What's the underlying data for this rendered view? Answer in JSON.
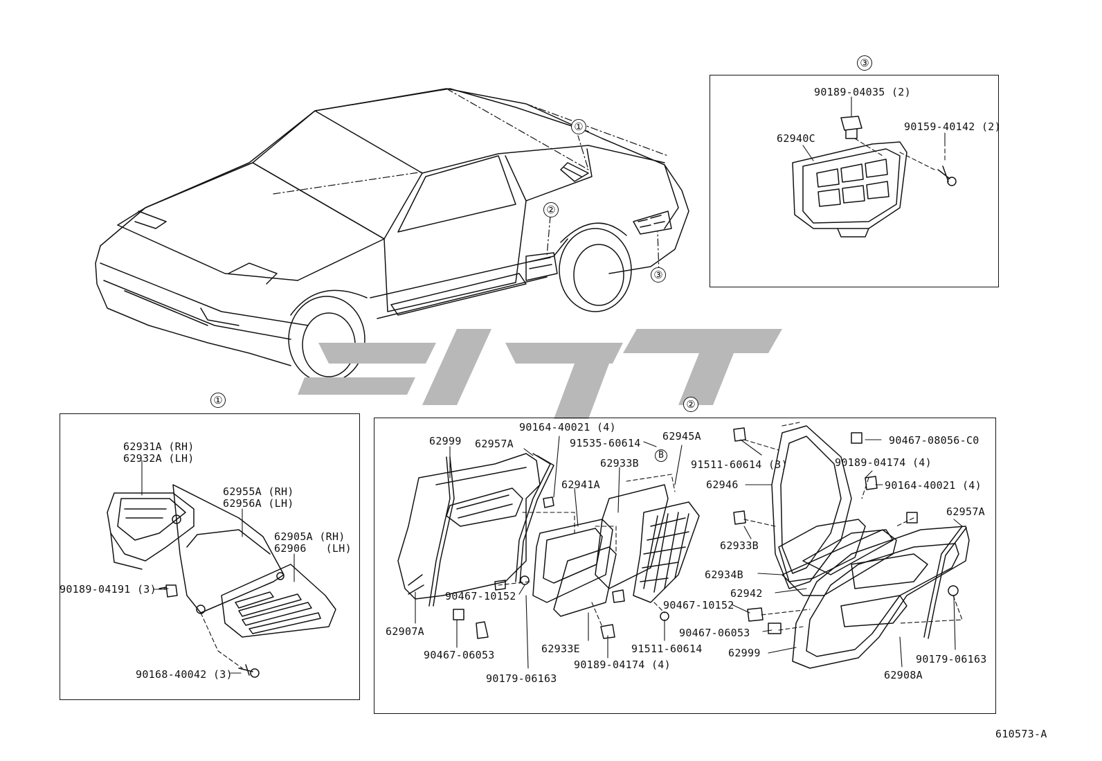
{
  "overview": {
    "callouts": [
      "①",
      "②",
      "③"
    ]
  },
  "panel1": {
    "title": "①",
    "labels": {
      "p62931A": "62931A (RH)",
      "p62932A": "62932A (LH)",
      "p62955A": "62955A (RH)",
      "p62956A": "62956A (LH)",
      "p62905A": "62905A (RH)",
      "p62906": "62906   (LH)",
      "p90189_04191": "90189-04191 (3)",
      "p90168_40042": "90168-40042 (3)"
    }
  },
  "panel2": {
    "title": "②",
    "marker_b": "B",
    "labels": {
      "p62999_left": "62999",
      "p62957A_left": "62957A",
      "p90164_40021_top": "90164-40021 (4)",
      "p91535_60614": "91535-60614",
      "p62945A": "62945A",
      "p62933B_top": "62933B",
      "p62941A": "62941A",
      "p90467_10152_left": "90467-10152",
      "p62907A": "62907A",
      "p90467_06053_left": "90467-06053",
      "p62933E": "62933E",
      "p90179_06163_left": "90179-06163",
      "p90189_04174_bottom": "90189-04174 (4)",
      "p91511_60614_bottom": "91511-60614",
      "p90467_10152_right": "90467-10152",
      "p90467_06053_right": "90467-06053",
      "p62999_right": "62999",
      "p62908A": "62908A",
      "p90179_06163_right": "90179-06163",
      "p62942": "62942",
      "p62934B": "62934B",
      "p62933B_right": "62933B",
      "p62946": "62946",
      "p91511_60614_top": "91511-60614 (3)",
      "p90467_08056": "90467-08056-C0",
      "p90189_04174_right": "90189-04174 (4)",
      "p90164_40021_right": "90164-40021 (4)",
      "p62957A_right": "62957A"
    }
  },
  "panel3": {
    "title": "③",
    "labels": {
      "p90189_04035": "90189-04035 (2)",
      "p90159_40142": "90159-40142 (2)",
      "p62940C": "62940C"
    }
  },
  "figure_code": "610573-A",
  "colors": {
    "line": "#111111",
    "watermark": "#b8b8b8"
  }
}
